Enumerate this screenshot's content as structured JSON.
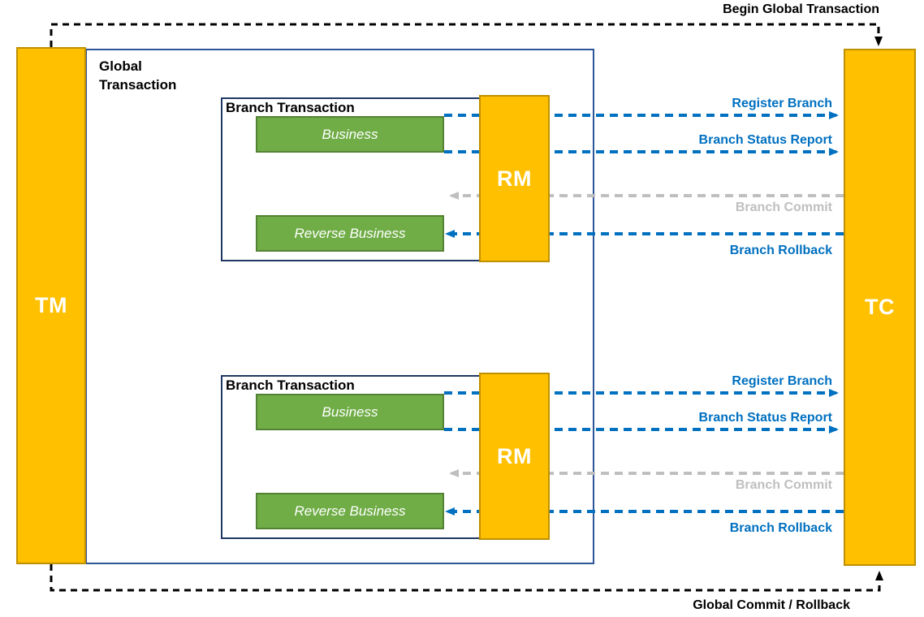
{
  "top_flow": {
    "label": "Begin Global Transaction"
  },
  "bottom_flow": {
    "label": "Global Commit / Rollback"
  },
  "actors": {
    "tm": "TM",
    "tc": "TC"
  },
  "global_box": {
    "title": "Global Transaction"
  },
  "branches": [
    {
      "title": "Branch Transaction",
      "business_label": "Business",
      "reverse_label": "Reverse Business",
      "rm_label": "RM",
      "register_label": "Register Branch",
      "status_label": "Branch Status Report",
      "commit_label": "Branch Commit",
      "rollback_label": "Branch Rollback"
    },
    {
      "title": "Branch Transaction",
      "business_label": "Business",
      "reverse_label": "Reverse Business",
      "rm_label": "RM",
      "register_label": "Register Branch",
      "status_label": "Branch Status Report",
      "commit_label": "Branch Commit",
      "rollback_label": "Branch Rollback"
    }
  ],
  "colors": {
    "actor_fill": "#FFC000",
    "actor_border": "#BF9000",
    "activity_fill": "#70AD47",
    "activity_border": "#548235",
    "global_border": "#2E5597",
    "branch_border": "#203864",
    "message_blue": "#0070C0",
    "message_gray": "#BFBFBF",
    "flow_black": "#000000"
  }
}
